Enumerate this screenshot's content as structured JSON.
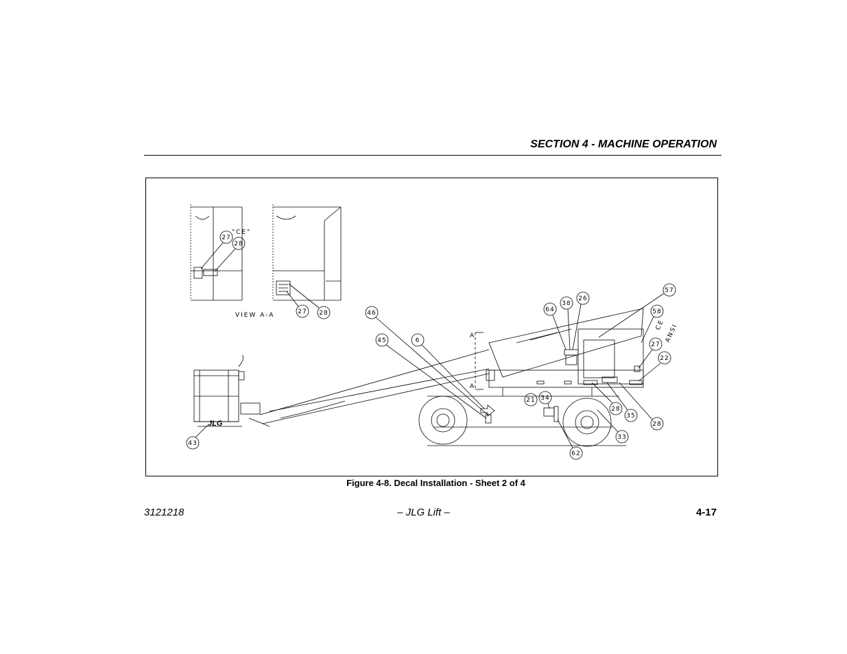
{
  "header": {
    "section_title": "SECTION 4 - MACHINE OPERATION"
  },
  "figure": {
    "caption": "Figure 4-8. Decal Installation - Sheet 2 of 4",
    "view_label": "VIEW A-A",
    "ce_label_view": "\"CE\"",
    "ce_label_main": "CE",
    "ansi_label": "ANSI",
    "section_marker": "A",
    "logo_text": "JLG",
    "callouts": {
      "view1_27": "27",
      "view1_28": "28",
      "view2_27": "27",
      "view2_28": "28",
      "c43": "43",
      "c45": "45",
      "c46": "46",
      "c6": "6",
      "c64": "64",
      "c38": "38",
      "c26": "26",
      "c57": "57",
      "c58": "58",
      "c27": "27",
      "c22": "22",
      "c21": "21",
      "c34": "34",
      "c28a": "28",
      "c35": "35",
      "c28b": "28",
      "c33": "33",
      "c62": "62"
    }
  },
  "footer": {
    "doc_number": "3121218",
    "center": "– JLG Lift –",
    "page_number": "4-17"
  }
}
